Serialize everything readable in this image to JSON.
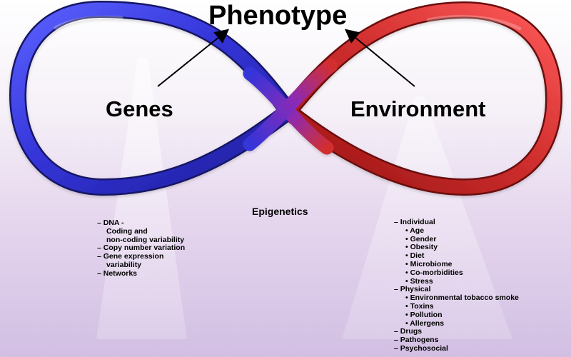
{
  "title": "Phenotype",
  "labels": {
    "genes": "Genes",
    "environment": "Environment",
    "epigenetics": "Epigenetics"
  },
  "genes_list": [
    "– DNA -",
    "Coding and",
    "non-coding variability",
    "– Copy number variation",
    "– Gene expression",
    "variability",
    "– Networks"
  ],
  "environment_list": {
    "individual": "– Individual",
    "individual_items": [
      "• Age",
      "• Gender",
      "• Obesity",
      "• Diet",
      "• Microbiome",
      "• Co-morbidities",
      "• Stress"
    ],
    "physical": "– Physical",
    "physical_items": [
      "• Environmental tobacco smoke",
      "• Toxins",
      "• Pollution",
      "• Allergens"
    ],
    "drugs": "– Drugs",
    "pathogens": "– Pathogens",
    "psychosocial": "– Psychosocial"
  },
  "colors": {
    "genes_loop": "#3434d8",
    "environment_loop": "#d22f2f",
    "crossover": "#8b2bb7",
    "background_bottom": "#d2bfe3",
    "text": "#000000"
  }
}
